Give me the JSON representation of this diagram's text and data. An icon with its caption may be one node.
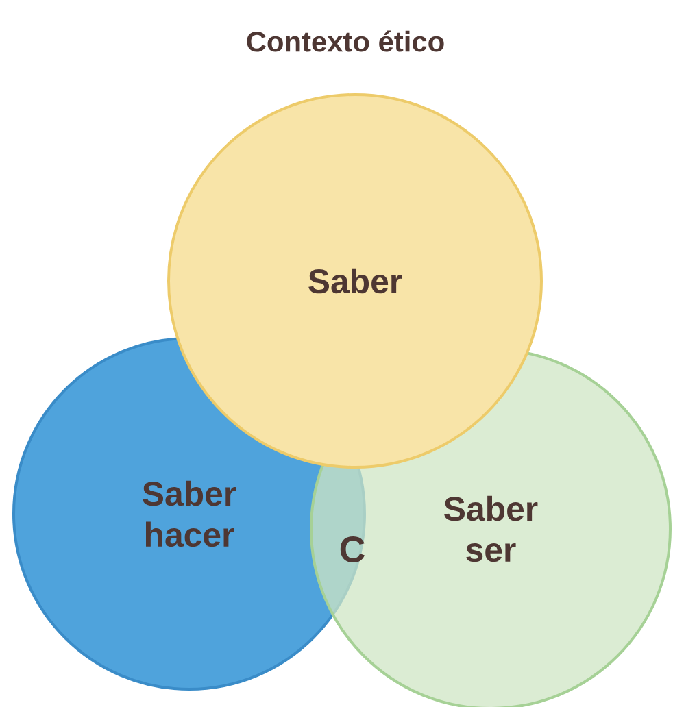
{
  "diagram": {
    "title": "Contexto ético",
    "nodes": [
      {
        "text": [
          "Saber"
        ]
      },
      {
        "text": [
          "Saber hacer"
        ]
      },
      {
        "text": [
          "Saber ser"
        ]
      }
    ],
    "labels": [
      "C"
    ]
  }
}
